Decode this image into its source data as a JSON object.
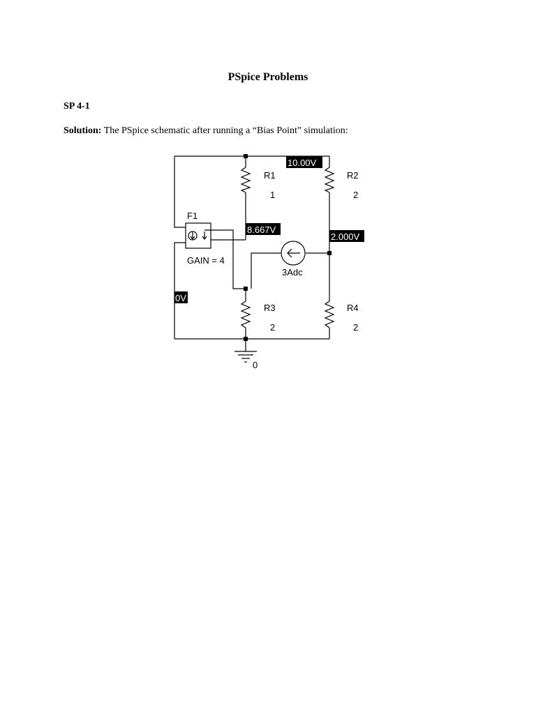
{
  "document": {
    "title": "PSpice Problems",
    "problem_id": "SP 4-1",
    "solution_lead": "Solution:",
    "solution_text": " The PSpice schematic after running a “Bias Point” simulation:"
  },
  "schematic": {
    "components": {
      "r1": {
        "name": "R1",
        "value": "1"
      },
      "r2": {
        "name": "R2",
        "value": "2"
      },
      "r3": {
        "name": "R3",
        "value": "2"
      },
      "r4": {
        "name": "R4",
        "value": "2"
      },
      "f1": {
        "name": "F1",
        "gain": "GAIN = 4"
      },
      "source": {
        "value": "3Adc"
      },
      "ground": {
        "label": "0"
      }
    },
    "voltages": {
      "top": "10.00V",
      "left_mid": "8.667V",
      "right_mid": "2.000V",
      "left_low": "0V"
    }
  }
}
